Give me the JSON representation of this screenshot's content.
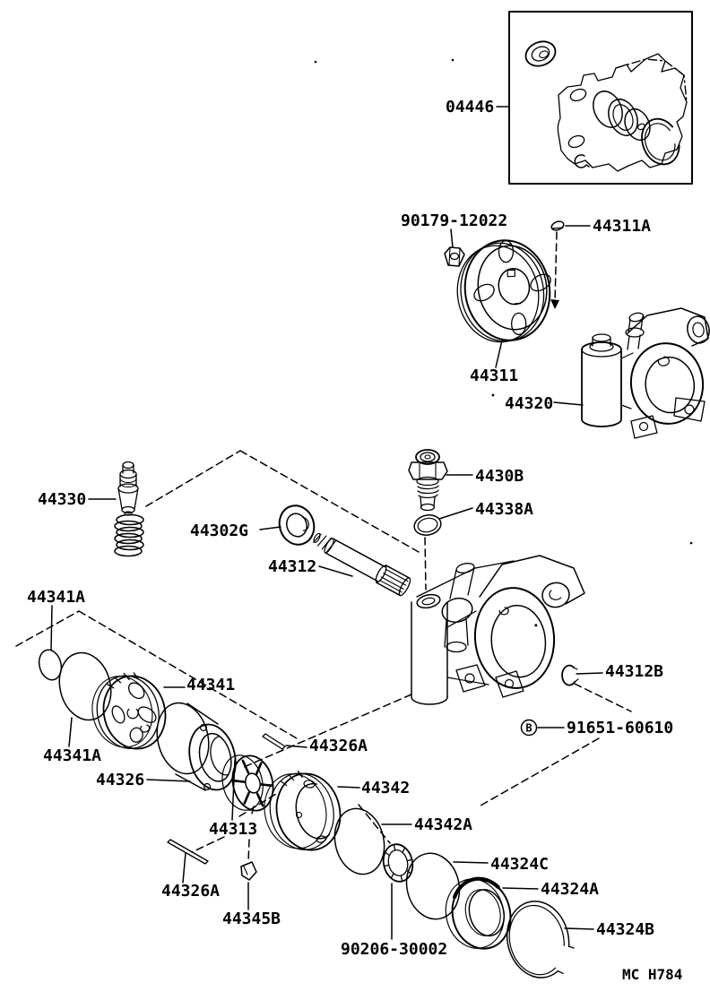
{
  "footer": {
    "code": "MC H784"
  },
  "parts": {
    "kit": "04446",
    "pulley_nut": "90179-12022",
    "pulley_key": "44311A",
    "pulley": "44311",
    "pump_rear_body": "44320",
    "flow_control_valve": "44330",
    "bearing": "44302G",
    "shaft": "44312",
    "union": "4430B",
    "union_oring": "44338A",
    "oring_small": "44341A",
    "front_plate": "44341",
    "oring_large": "44341A",
    "cam_ring": "44326",
    "shaft_snap_ring": "44312B",
    "body_bolt": "91651-60610",
    "bolt_marker": "B",
    "pin_upper": "44326A",
    "rear_plate": "44342",
    "rotor": "44313",
    "rear_oring": "44342A",
    "oring_c": "44324C",
    "seal_spacer": "44324A",
    "rear_snap_ring": "44324B",
    "pin_lower": "44326A",
    "key_woodruff": "44345B",
    "wave_washer": "90206-30002"
  }
}
